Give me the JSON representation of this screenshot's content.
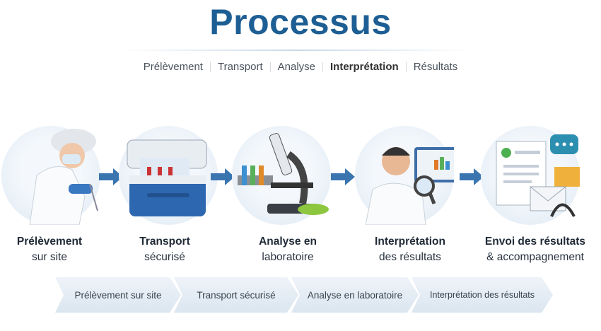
{
  "title": "Processus",
  "nav": [
    {
      "label": "Prélèvement"
    },
    {
      "label": "Transport"
    },
    {
      "label": "Analyse"
    },
    {
      "label": "Interprétation"
    },
    {
      "label": "Résultats"
    }
  ],
  "steps": [
    {
      "line1": "Prélèvement",
      "line2": "sur site",
      "icon": "technician-sampling-icon"
    },
    {
      "line1": "Transport",
      "line2": "sécurisé",
      "icon": "cooler-box-icon"
    },
    {
      "line1": "Analyse en",
      "line2": "laboratoire",
      "icon": "microscope-icon"
    },
    {
      "line1": "Interprétation",
      "line2": "des résultats",
      "icon": "scientist-magnifier-icon"
    },
    {
      "line1": "Envoi des résultats",
      "line2": "& accompagnement",
      "icon": "documents-mail-icon"
    }
  ],
  "timeline": [
    {
      "label": "Prélèvement sur site"
    },
    {
      "label": "Transport sécurisé"
    },
    {
      "label": "Analyse en laboratoire"
    },
    {
      "label": "Interprétation des résultats"
    }
  ],
  "colors": {
    "brand": "#1d5e94",
    "arrow": "#3a75b0"
  }
}
